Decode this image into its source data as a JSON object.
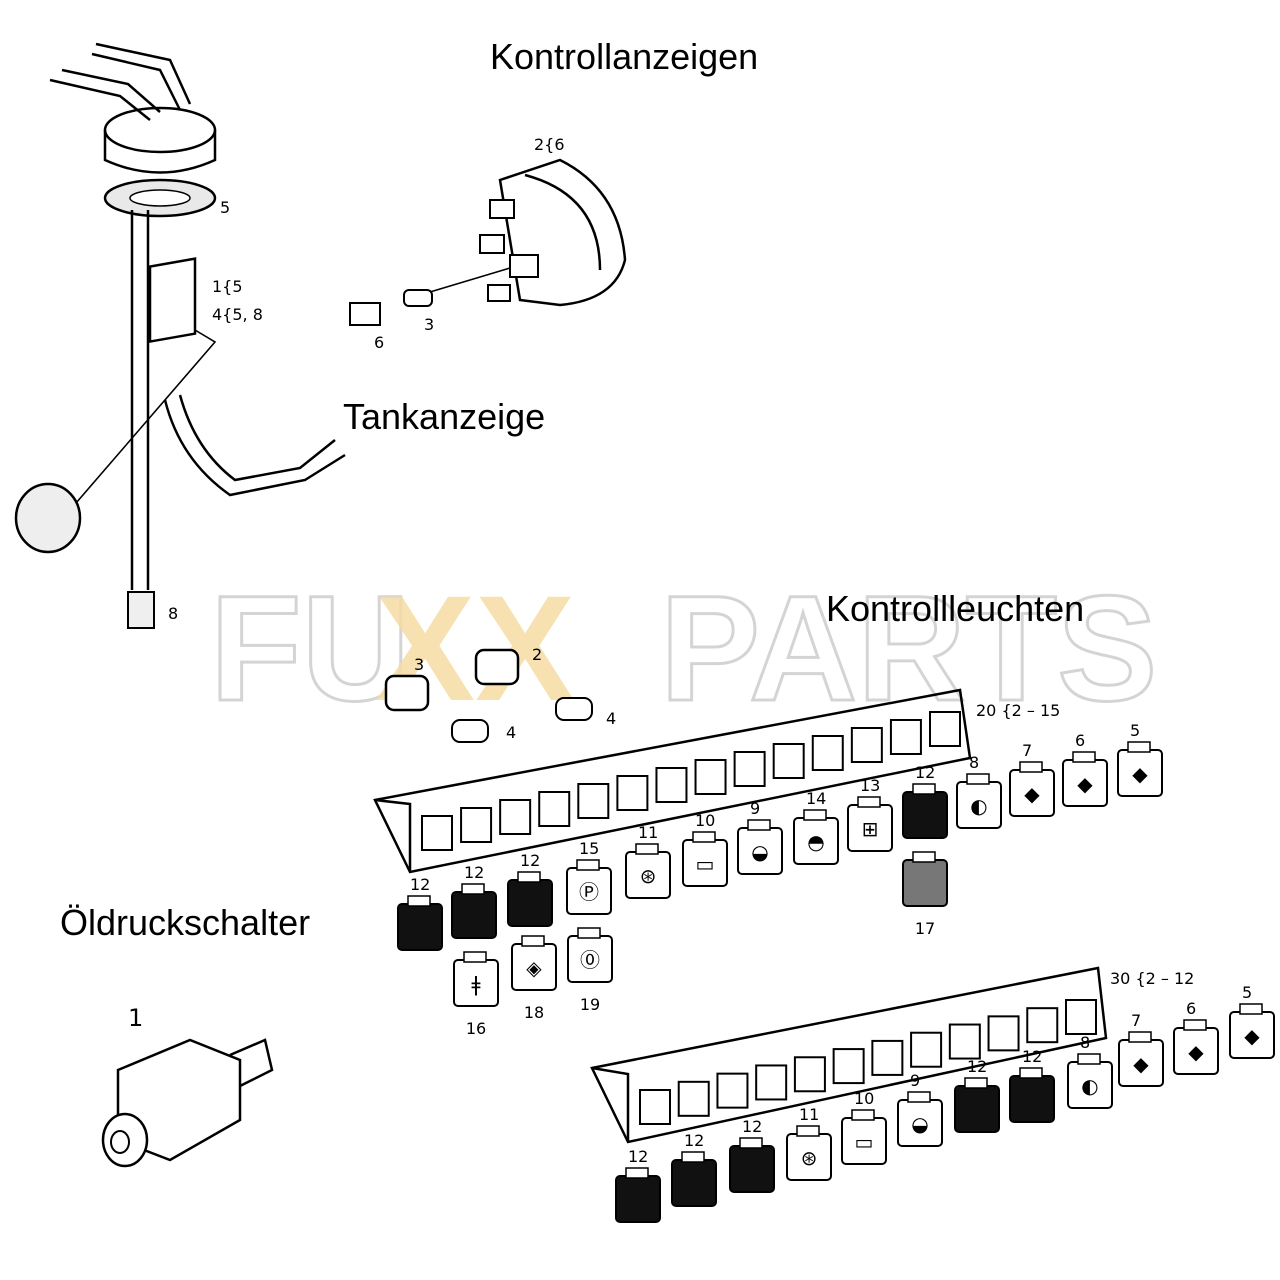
{
  "titles": {
    "indicators": "Kontrollanzeigen",
    "tank_gauge": "Tankanzeige",
    "warning_lights": "Kontrollleuchten",
    "oil_pressure_switch": "Öldruckschalter"
  },
  "watermark": {
    "left": "FU",
    "mid": "XX",
    "right": "PARTS",
    "color_grey": "#d8d8d8",
    "color_accent": "#f5d89a"
  },
  "callouts": {
    "sender_5": "5",
    "sender_1": "1{5",
    "sender_4": "4{5, 8",
    "sender_8": "8",
    "gauge_range": "2{6",
    "gauge_bulb": "3",
    "gauge_socket": "6",
    "lamp_3": "3",
    "lamp_2": "2",
    "lamp_4a": "4",
    "lamp_4b": "4",
    "panel_upper": "20 {2 – 15",
    "panel_lower": "30 {2 – 12",
    "switch_1": "1"
  },
  "upper_caps": [
    {
      "n": "5",
      "sym": "◆"
    },
    {
      "n": "6",
      "sym": "◆"
    },
    {
      "n": "7",
      "sym": "◆"
    },
    {
      "n": "8",
      "sym": "◐"
    },
    {
      "n": "12",
      "sym": ""
    },
    {
      "n": "13",
      "sym": "⊞"
    },
    {
      "n": "14",
      "sym": "◓"
    },
    {
      "n": "9",
      "sym": "◒"
    },
    {
      "n": "10",
      "sym": "▭"
    },
    {
      "n": "11",
      "sym": "⊛"
    },
    {
      "n": "15",
      "sym": "Ⓟ"
    },
    {
      "n": "12",
      "sym": ""
    },
    {
      "n": "12",
      "sym": ""
    },
    {
      "n": "12",
      "sym": ""
    },
    {
      "n": "16",
      "sym": "ǂ"
    },
    {
      "n": "18",
      "sym": "◈"
    },
    {
      "n": "19",
      "sym": "⓪"
    },
    {
      "n": "17",
      "sym": ""
    }
  ],
  "lower_caps": [
    {
      "n": "5",
      "sym": "◆"
    },
    {
      "n": "6",
      "sym": "◆"
    },
    {
      "n": "7",
      "sym": "◆"
    },
    {
      "n": "8",
      "sym": "◐"
    },
    {
      "n": "12",
      "sym": ""
    },
    {
      "n": "12",
      "sym": ""
    },
    {
      "n": "9",
      "sym": "◒"
    },
    {
      "n": "10",
      "sym": "▭"
    },
    {
      "n": "11",
      "sym": "⊛"
    },
    {
      "n": "12",
      "sym": ""
    },
    {
      "n": "12",
      "sym": ""
    },
    {
      "n": "12",
      "sym": ""
    }
  ]
}
